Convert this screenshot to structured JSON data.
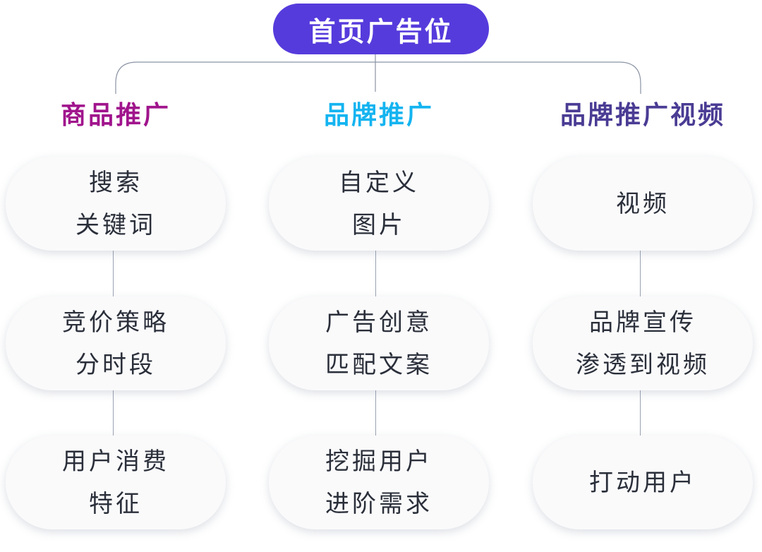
{
  "root": {
    "label": "首页广告位",
    "color": "#563bdc"
  },
  "columns": [
    {
      "title": "商品推广",
      "color": "#a0148c",
      "cards": [
        [
          "搜索",
          "关键词"
        ],
        [
          "竞价策略",
          "分时段"
        ],
        [
          "用户消费",
          "特征"
        ]
      ]
    },
    {
      "title": "品牌推广",
      "color": "#14b4f0",
      "cards": [
        [
          "自定义",
          "图片"
        ],
        [
          "广告创意",
          "匹配文案"
        ],
        [
          "挖掘用户",
          "进阶需求"
        ]
      ]
    },
    {
      "title": "品牌推广视频",
      "color": "#4a3c94",
      "cards": [
        [
          "视频"
        ],
        [
          "品牌宣传",
          "渗透到视频"
        ],
        [
          "打动用户"
        ]
      ]
    }
  ]
}
